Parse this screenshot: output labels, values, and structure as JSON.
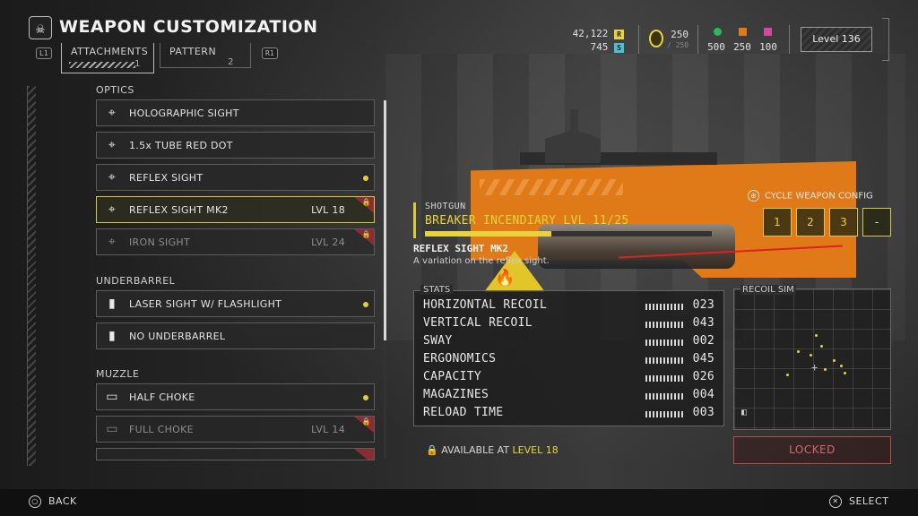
{
  "header": {
    "title": "WEAPON CUSTOMIZATION",
    "l1": "L1",
    "r1": "R1",
    "tabs": [
      {
        "label": "ATTACHMENTS",
        "num": "1"
      },
      {
        "label": "PATTERN",
        "num": "2"
      }
    ]
  },
  "resources": {
    "req": "42,122",
    "req_icon": "R",
    "medals": "745",
    "medals_icon": "S",
    "supercredits": "250",
    "supercredits_max": "/ 250",
    "samples": [
      "500",
      "250",
      "100"
    ],
    "sample_colors": [
      "#2fb55a",
      "#e07a18",
      "#d04aa0"
    ],
    "level": "Level 136"
  },
  "sections": [
    {
      "title": "OPTICS"
    },
    {
      "title": "UNDERBARREL"
    },
    {
      "title": "MUZZLE"
    }
  ],
  "items": [
    {
      "name": "HOLOGRAPHIC SIGHT",
      "icon": "crosshair-icon"
    },
    {
      "name": "1.5x TUBE RED DOT",
      "icon": "crosshair-icon"
    },
    {
      "name": "REFLEX SIGHT",
      "icon": "crosshair-icon",
      "equipped": true
    },
    {
      "name": "REFLEX SIGHT MK2",
      "icon": "crosshair-icon",
      "level": "LVL 18",
      "locked": true,
      "selected": true
    },
    {
      "name": "IRON SIGHT",
      "icon": "crosshair-icon",
      "level": "LVL 24",
      "locked": true
    },
    {
      "name": "LASER SIGHT W/ FLASHLIGHT",
      "icon": "flashlight-icon",
      "equipped": true
    },
    {
      "name": "NO UNDERBARREL",
      "icon": "flashlight-icon"
    },
    {
      "name": "HALF CHOKE",
      "icon": "muzzle-icon",
      "equipped": true
    },
    {
      "name": "FULL CHOKE",
      "icon": "muzzle-icon",
      "level": "LVL 14",
      "locked": true
    }
  ],
  "weapon": {
    "type": "SHOTGUN",
    "name": "BREAKER INCENDIARY LVL 11/25",
    "xp_fraction": 0.44,
    "attachment_name": "REFLEX SIGHT MK2",
    "attachment_desc": "A variation on the reflex sight."
  },
  "stats": {
    "title": "STATS",
    "rows": [
      {
        "name": "HORIZONTAL RECOIL",
        "value": "023"
      },
      {
        "name": "VERTICAL RECOIL",
        "value": "043"
      },
      {
        "name": "SWAY",
        "value": "002"
      },
      {
        "name": "ERGONOMICS",
        "value": "045"
      },
      {
        "name": "CAPACITY",
        "value": "026"
      },
      {
        "name": "MAGAZINES",
        "value": "004"
      },
      {
        "name": "RELOAD TIME",
        "value": "003"
      }
    ]
  },
  "config": {
    "label": "CYCLE WEAPON CONFIG",
    "slots": [
      "1",
      "2",
      "3",
      "-"
    ]
  },
  "recoil_sim": {
    "title": "RECOIL SIM"
  },
  "unlock": {
    "prefix": "AVAILABLE AT ",
    "level": "LEVEL 18"
  },
  "locked_label": "LOCKED",
  "footer": {
    "back": "BACK",
    "select": "SELECT"
  },
  "colors": {
    "accent": "#e8d43a",
    "locked": "#8a2d33",
    "weapon_orange": "#e07a18"
  }
}
